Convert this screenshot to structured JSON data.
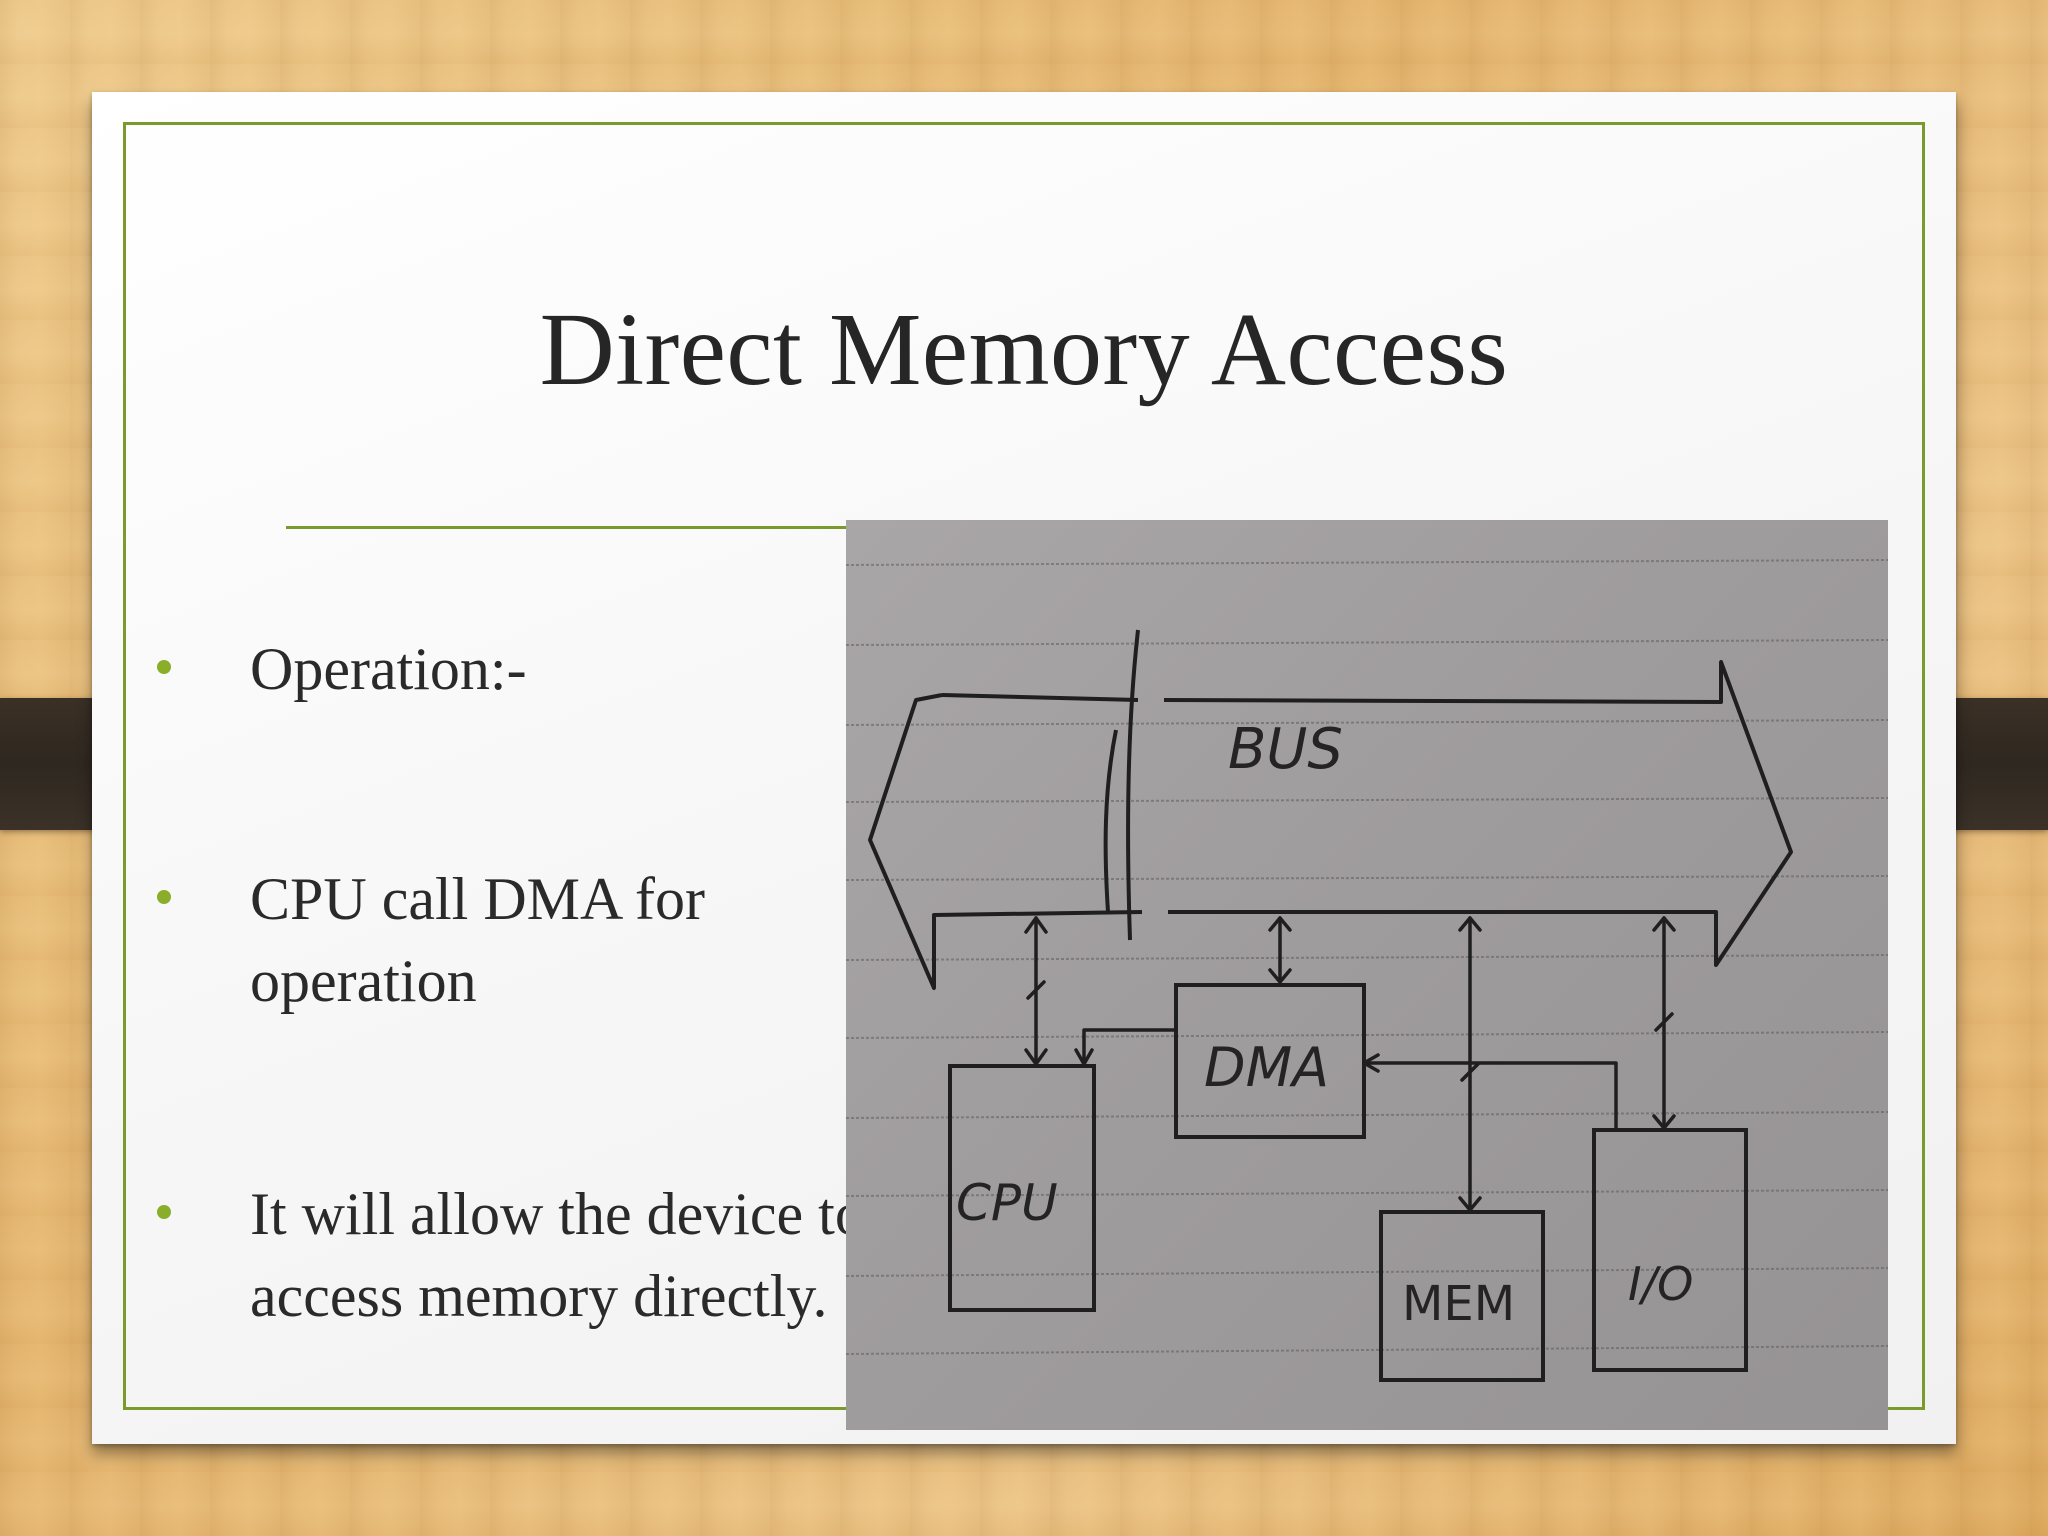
{
  "slide": {
    "title": "Direct Memory Access",
    "bullets": [
      {
        "text": "Operation:-"
      },
      {
        "text": "CPU call DMA for operation"
      },
      {
        "text": "It will allow the device to access memory directly."
      }
    ]
  },
  "diagram": {
    "labels": {
      "bus": "BUS",
      "dma": "DMA",
      "cpu": "CPU",
      "mem": "MEM",
      "io": "I/O"
    }
  },
  "colors": {
    "accent": "#7a9a2c",
    "bullet": "#8aae2a",
    "title_text": "#262626",
    "photo_paper": "#a3a0a1",
    "wood": "#e8be7e",
    "strap": "#342b22"
  }
}
